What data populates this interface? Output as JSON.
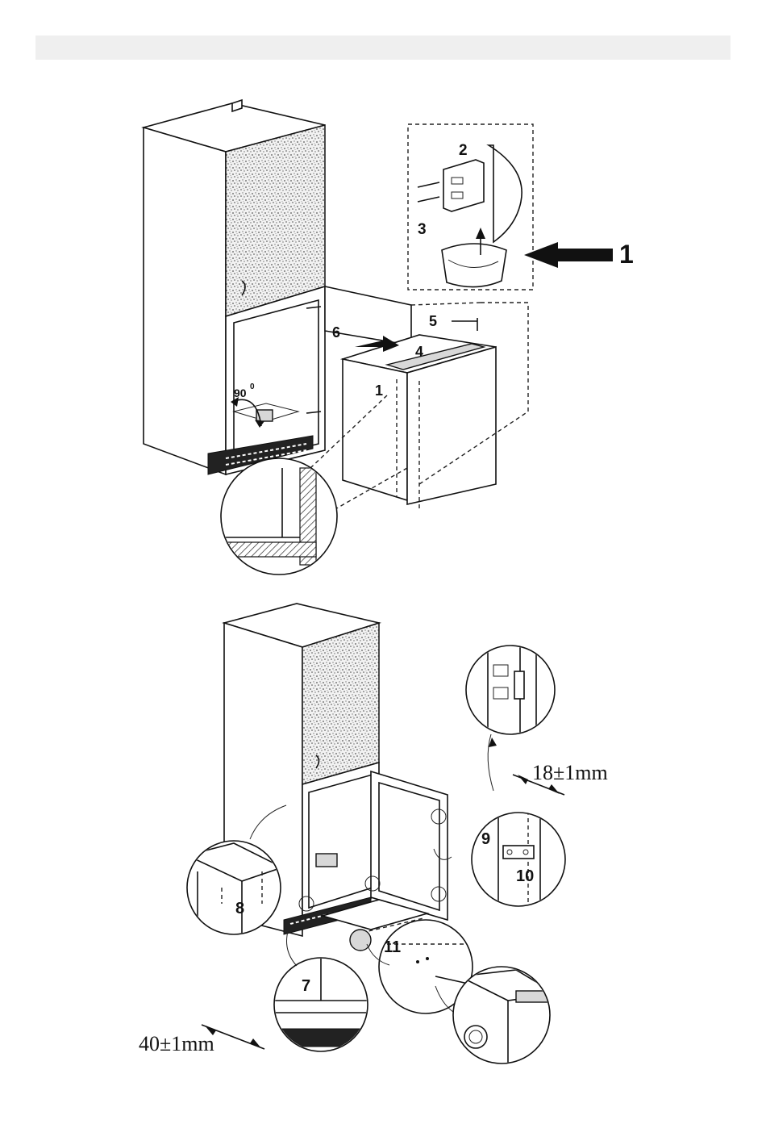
{
  "figure_top": {
    "labels": {
      "n1_big": "1",
      "n1_small": "1",
      "n2": "2",
      "n3": "3",
      "n4": "4",
      "n5": "5",
      "n6": "6",
      "angle_base": "90",
      "angle_sup": "0"
    }
  },
  "figure_bottom": {
    "labels": {
      "n7": "7",
      "n8": "8",
      "n9": "9",
      "n10": "10",
      "n11": "11"
    },
    "dimensions": {
      "gap_top": "18±1mm",
      "gap_bottom": "40±1mm"
    }
  },
  "icons": {
    "arrow": "arrow-left-icon",
    "angle": "angle-arc-icon"
  }
}
